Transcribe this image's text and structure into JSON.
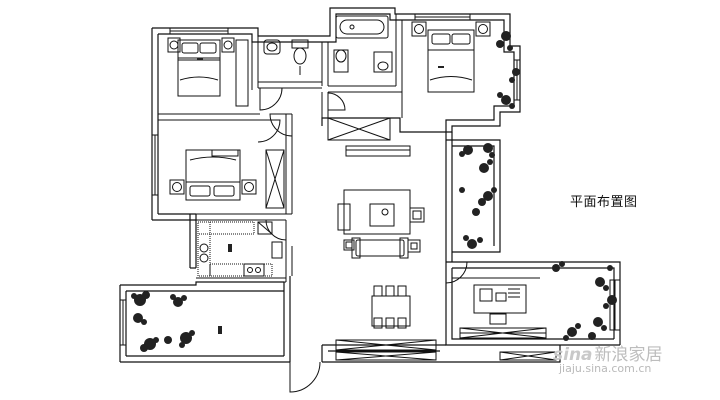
{
  "title": "平面布置图",
  "watermark": {
    "logo": "sina",
    "text": "新浪家居",
    "url": "jiaju.sina.com.cn"
  },
  "colors": {
    "wall": "#111111",
    "furniture": "#333333",
    "plant": "#222222"
  }
}
